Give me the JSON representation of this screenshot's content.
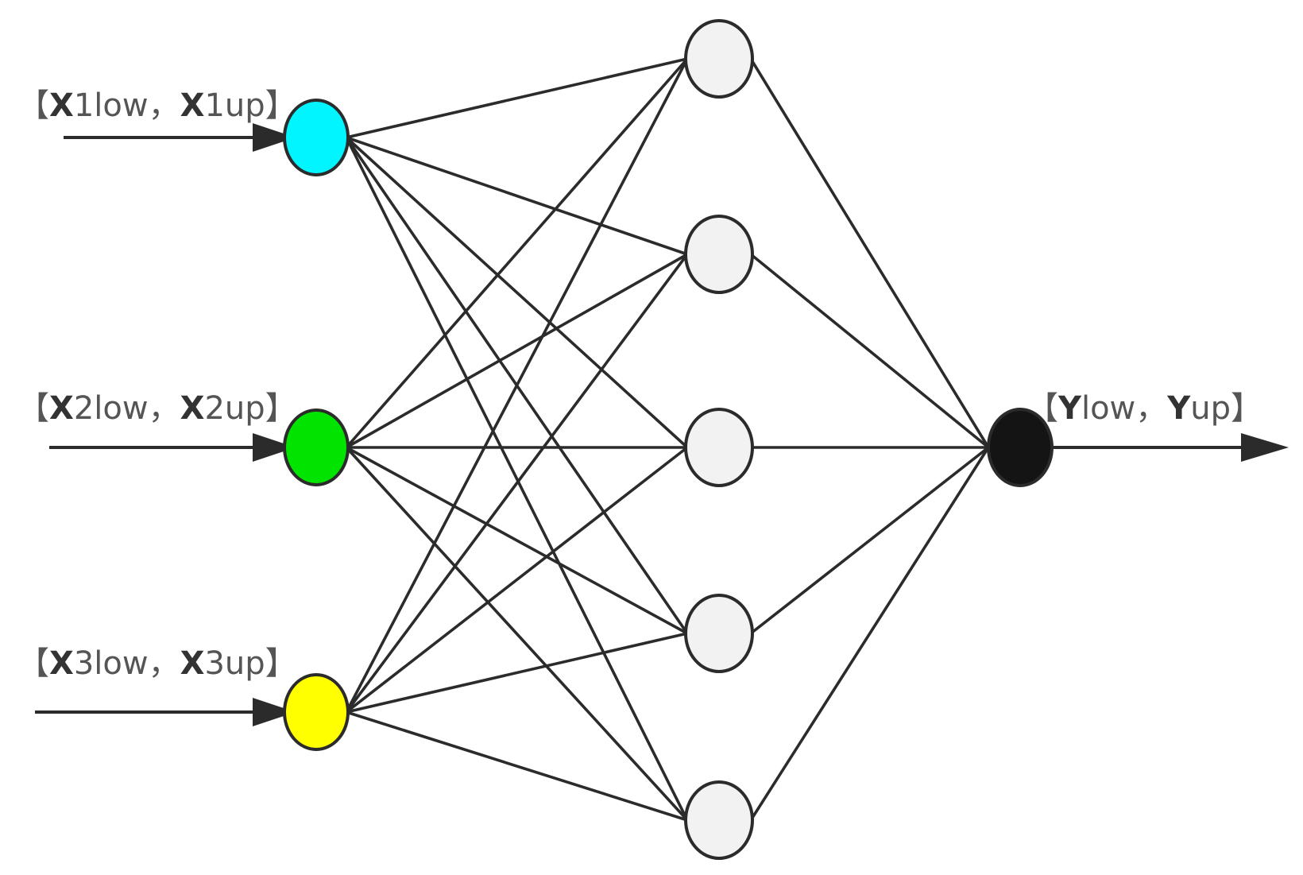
{
  "input_labels": [
    {
      "open": "【",
      "v1": "X",
      "s1": "1low",
      "sep": "，",
      "v2": "X",
      "s2": "1up",
      "close": "】"
    },
    {
      "open": "【",
      "v1": "X",
      "s1": "2low",
      "sep": "，",
      "v2": "X",
      "s2": "2up",
      "close": "】"
    },
    {
      "open": "【",
      "v1": "X",
      "s1": "3low",
      "sep": "，",
      "v2": "X",
      "s2": "3up",
      "close": "】"
    }
  ],
  "output_label": {
    "open": "【",
    "v1": "Y",
    "s1": "low",
    "sep": "，",
    "v2": "Y",
    "s2": "up",
    "close": "】"
  },
  "colors": {
    "input_node_1": "#00f5ff",
    "input_node_2": "#00e400",
    "input_node_3": "#ffff00",
    "hidden_node": "#f2f2f2",
    "output_node": "#141414",
    "line": "#2b2b2b"
  },
  "layers": {
    "input": 3,
    "hidden": 5,
    "output": 1
  }
}
